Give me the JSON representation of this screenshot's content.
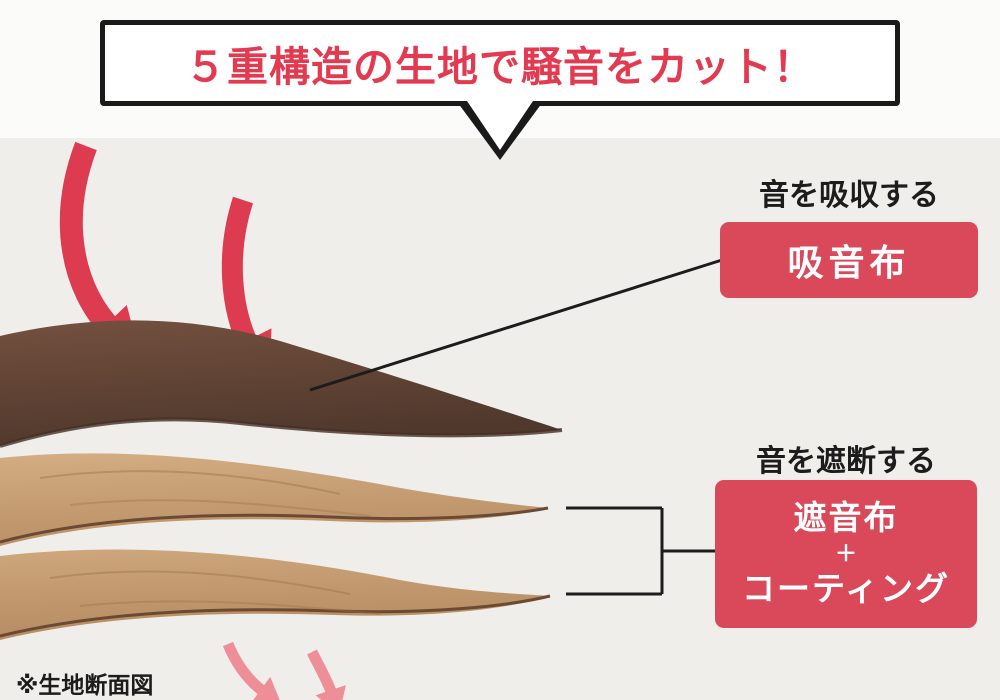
{
  "banner": {
    "title": "５重構造の生地で騒音をカット！"
  },
  "absorb": {
    "caption": "音を吸収する",
    "label": "吸音布"
  },
  "block": {
    "caption": "音を遮断する",
    "label_line1": "遮音布",
    "label_line2": "＋",
    "label_line3": "コーティング"
  },
  "footnote": "※生地断面図",
  "colors": {
    "banner_text_red": "#e23a50",
    "label_box_red": "#d9495a",
    "arrow_red": "#dd3b50",
    "arrow_pink": "#ee8e97",
    "fabric_dark_brown": "#5d4033",
    "fabric_tan": "#c79f74",
    "line_black": "#1c1c1c",
    "background_gray": "#efeeea",
    "background_top": "#fbfbfa"
  }
}
